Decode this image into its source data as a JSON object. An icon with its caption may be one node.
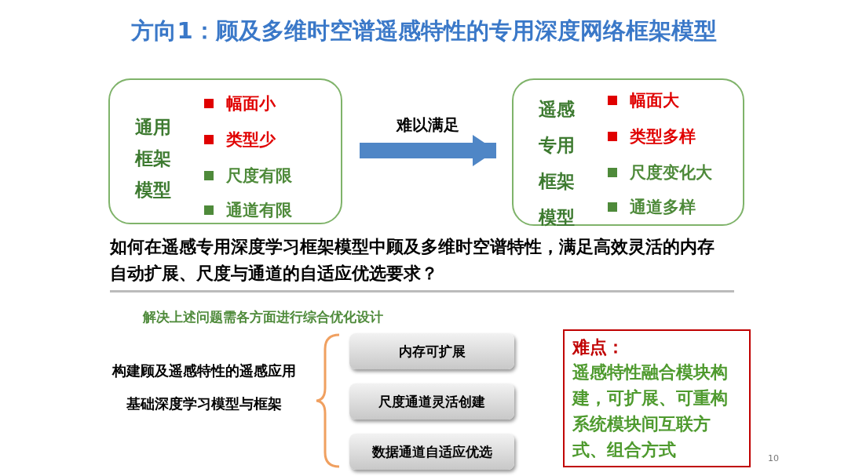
{
  "diagram": {
    "title": "方向1：顾及多维时空谱遥感特性的专用深度网络框架模型",
    "nodes": [
      {
        "text": [
          "通用框架模型",
          "幅面小",
          "类型少",
          "尺度有限",
          "通道有限"
        ]
      },
      {
        "text": [
          "遥感专用框架模型",
          "幅面大",
          "类型多样",
          "尺度变化大",
          "通道多样"
        ]
      },
      {
        "text": [
          "内存可扩展"
        ]
      },
      {
        "text": [
          "尺度通道灵活创建"
        ]
      },
      {
        "text": [
          "数据通道自适应优选"
        ]
      },
      {
        "text": [
          "难点：",
          "遥感特性融合模块构建，可扩展、可重构系统模块间互联方式、组合方式"
        ]
      }
    ],
    "edges": [
      {
        "from": 0,
        "to": 1,
        "arrow": "to",
        "label": "难以满足"
      }
    ],
    "labels": [
      "如何在遥感专用深度学习框架模型中顾及多维时空谱特性，满足高效灵活的内存自动扩展、尺度与通道的自适应优选要求？",
      "解决上述问题需各方面进行综合优化设计",
      "构建顾及遥感特性的遥感应用基础深度学习模型与框架",
      "10"
    ]
  }
}
